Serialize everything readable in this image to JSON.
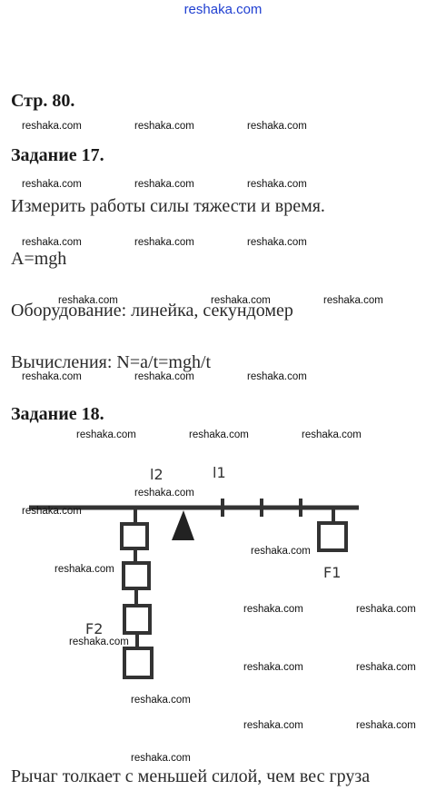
{
  "site": {
    "header": "reshaka.com",
    "watermark": "reshaka.com"
  },
  "page_label": "Стр. 80.",
  "task17": {
    "title": "Задание 17.",
    "goal": "Измерить работы силы тяжести и время.",
    "formula": "A=mgh",
    "equipment": "Оборудование: линейка, секундомер",
    "calculation": "Вычисления: N=a/t=mgh/t"
  },
  "task18": {
    "title": "Задание 18.",
    "diagram": {
      "labels": {
        "l2": "l2",
        "l1": "l1",
        "f1": "F1",
        "f2": "F2"
      },
      "left_weights_count": 4,
      "right_weights_count": 1,
      "line_color": "#333333"
    },
    "conclusion": "Рычаг толкает с меньшей силой, чем вес груза"
  }
}
